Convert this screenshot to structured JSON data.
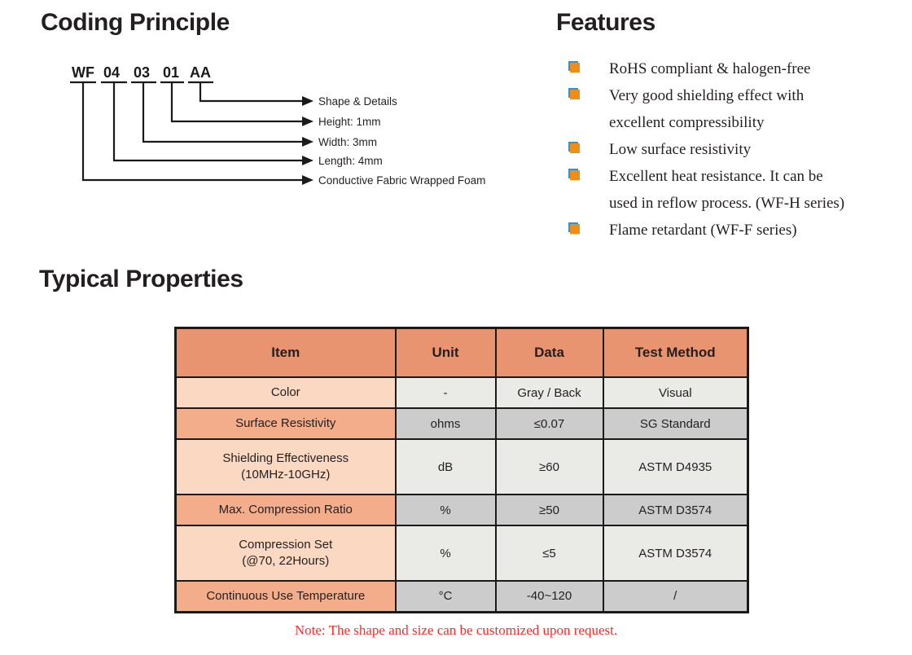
{
  "sections": {
    "coding_principle": {
      "heading": "Coding Principle",
      "code_segments": [
        {
          "text": "WF"
        },
        {
          "text": "04"
        },
        {
          "text": "03"
        },
        {
          "text": "01"
        },
        {
          "text": "AA"
        }
      ],
      "leader_labels": [
        "Shape & Details",
        "Height: 1mm",
        "Width: 3mm",
        "Length: 4mm",
        "Conductive Fabric Wrapped Foam"
      ]
    },
    "features": {
      "heading": "Features",
      "items": [
        {
          "lines": [
            "RoHS compliant & halogen-free"
          ]
        },
        {
          "lines": [
            "Very good shielding effect with",
            "excellent compressibility"
          ]
        },
        {
          "lines": [
            "Low surface resistivity"
          ]
        },
        {
          "lines": [
            "Excellent heat resistance. It can be",
            "used in reflow process. (WF-H series)"
          ]
        },
        {
          "lines": [
            "Flame retardant (WF-F series)"
          ]
        }
      ]
    },
    "typical_properties": {
      "heading": "Typical Properties",
      "columns": [
        "Item",
        "Unit",
        "Data",
        "Test Method"
      ],
      "rows": [
        {
          "item": "Color",
          "unit": "-",
          "data": "Gray / Back",
          "method": "Visual",
          "stripe": "a",
          "tall": false
        },
        {
          "item": "Surface Resistivity",
          "unit": "ohms",
          "data": "≤0.07",
          "method": "SG Standard",
          "stripe": "b",
          "tall": false
        },
        {
          "item": "Shielding Effectiveness\n(10MHz-10GHz)",
          "unit": "dB",
          "data": "≥60",
          "method": "ASTM D4935",
          "stripe": "a",
          "tall": true
        },
        {
          "item": "Max. Compression Ratio",
          "unit": "%",
          "data": "≥50",
          "method": "ASTM D3574",
          "stripe": "b",
          "tall": false
        },
        {
          "item": "Compression Set\n(@70, 22Hours)",
          "unit": "%",
          "data": "≤5",
          "method": "ASTM D3574",
          "stripe": "a",
          "tall": true
        },
        {
          "item": "Continuous Use Temperature",
          "unit": "°C",
          "data": "-40~120",
          "method": "/",
          "stripe": "b",
          "tall": false
        }
      ],
      "note": "Note: The shape and size can be customized upon request."
    }
  },
  "colors": {
    "header_fill": "#e99470",
    "item_light": "#fbd8c2",
    "item_dark": "#f3ad8b",
    "value_light": "#eaeae6",
    "value_dark": "#cccccc",
    "bullet_orange": "#f18c16",
    "bullet_blue": "#2e95cf",
    "note_red": "#fb2c2c",
    "ink": "#231f20"
  }
}
